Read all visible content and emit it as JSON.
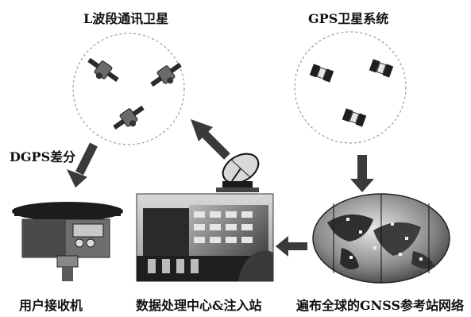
{
  "labels": {
    "l_band_satellite": "L波段通讯卫星",
    "gps_system": "GPS卫星系统",
    "dgps": "DGPS差分",
    "user_receiver": "用户接收机",
    "processing_center": "数据处理中心&注入站",
    "gnss_network": "遍布全球的GNSS参考站网络"
  }
}
